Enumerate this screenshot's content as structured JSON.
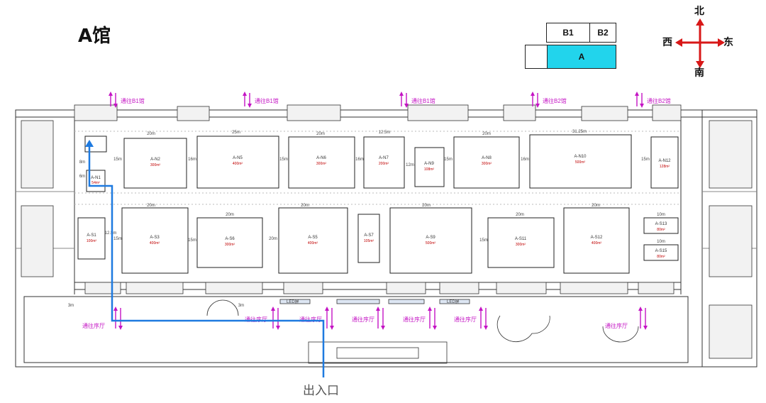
{
  "title": "A馆",
  "hall_key": {
    "b1": "B1",
    "b2": "B2",
    "a": "A"
  },
  "compass": {
    "north": "北",
    "south": "南",
    "east": "东",
    "west": "西"
  },
  "entrance_label": "出入口",
  "top_routes": [
    "通往B1馆",
    "通往B1馆",
    "通往B1馆",
    "通往B2馆",
    "通往B2馆"
  ],
  "bottom_routes": [
    "通往序厅",
    "通往序厅",
    "通往序厅",
    "通往序厅",
    "通往序厅",
    "通往序厅",
    "通往序厅"
  ],
  "booths_north": [
    {
      "name": "A-N1",
      "area": "54m²"
    },
    {
      "name": "A-N2",
      "area": "300m²"
    },
    {
      "name": "A-N5",
      "area": "400m²"
    },
    {
      "name": "A-N6",
      "area": "300m²"
    },
    {
      "name": "A-N7",
      "area": "200m²"
    },
    {
      "name": "A-N9",
      "area": "108m²"
    },
    {
      "name": "A-N8",
      "area": "300m²"
    },
    {
      "name": "A-N10",
      "area": "500m²"
    },
    {
      "name": "A-N12",
      "area": "128m²"
    }
  ],
  "booths_south": [
    {
      "name": "A-S1",
      "area": "100m²"
    },
    {
      "name": "A-S3",
      "area": "400m²"
    },
    {
      "name": "A-S6",
      "area": "300m²"
    },
    {
      "name": "A-S5",
      "area": "400m²"
    },
    {
      "name": "A-S7",
      "area": "105m²"
    },
    {
      "name": "A-S9",
      "area": "500m²"
    },
    {
      "name": "A-S11",
      "area": "300m²"
    },
    {
      "name": "A-S12",
      "area": "400m²"
    },
    {
      "name": "A-S13",
      "area": "80m²"
    },
    {
      "name": "A-S15",
      "area": "80m²"
    }
  ],
  "dims_north": [
    "20m",
    "25m",
    "20m",
    "12.5m",
    "20m",
    "31.25m"
  ],
  "dims_south": [
    "20m",
    "20m",
    "20m",
    "20m",
    "20m",
    "20m",
    "10m",
    "10m"
  ],
  "dims_side": [
    "15m",
    "16m",
    "15m",
    "16m",
    "12m",
    "16m",
    "15m",
    "15m",
    "15m",
    "15m",
    "15m",
    "20m",
    "12.5m",
    "8m",
    "6m",
    "3m",
    "3m"
  ],
  "led_labels": [
    "LED屏",
    "LED屏"
  ],
  "colors": {
    "route": "#c414c4",
    "path": "#1e7ae0",
    "highlight": "#22d4ec",
    "compass": "#d81818"
  }
}
